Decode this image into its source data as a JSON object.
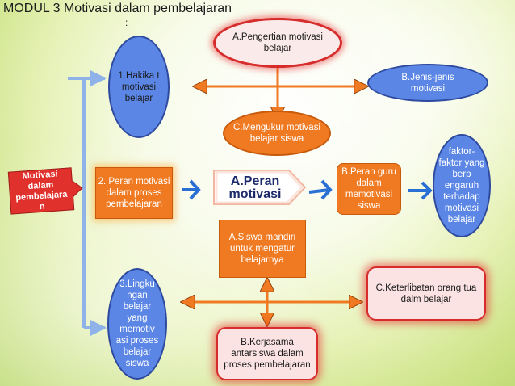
{
  "title": "MODUL 3 Motivasi dalam pembelajaran",
  "dots": ":",
  "nodes": {
    "hakikat": "1.Hakika t motivasi belajar",
    "pengertian": "A.Pengertian motivasi belajar",
    "jenis": "B.Jenis-jenis motivasi",
    "mengukur": "C.Mengukur motivasi belajar siswa",
    "main": "Motivasi dalam pembelajara n",
    "peran_proses": "2. Peran motivasi dalam proses pembelajaran",
    "a_peran": "A.Peran motivasi",
    "peran_guru": "B.Peran guru dalam memotivasi siswa",
    "faktor": "faktor- faktor yang berp engaruh terhadap motivasi belajar",
    "siswa_mandiri": "A.Siswa mandiri untuk mengatur belajarnya",
    "lingkungan": "3.Lingku ngan belajar yang memotiv asi proses belajar siswa",
    "keterlibatan": "C.Keterlibatan orang tua dalm belajar",
    "kerjasama": "B.Kerjasama antarsiswa dalam proses pembelajaran"
  },
  "colors": {
    "blue": "#5b86e5",
    "orange": "#f07a22",
    "red": "#d62c2c",
    "pink_fill": "#fbe3e3",
    "arrow_blue": "#2a6fd4",
    "line_light_blue": "#8fb3e8"
  }
}
